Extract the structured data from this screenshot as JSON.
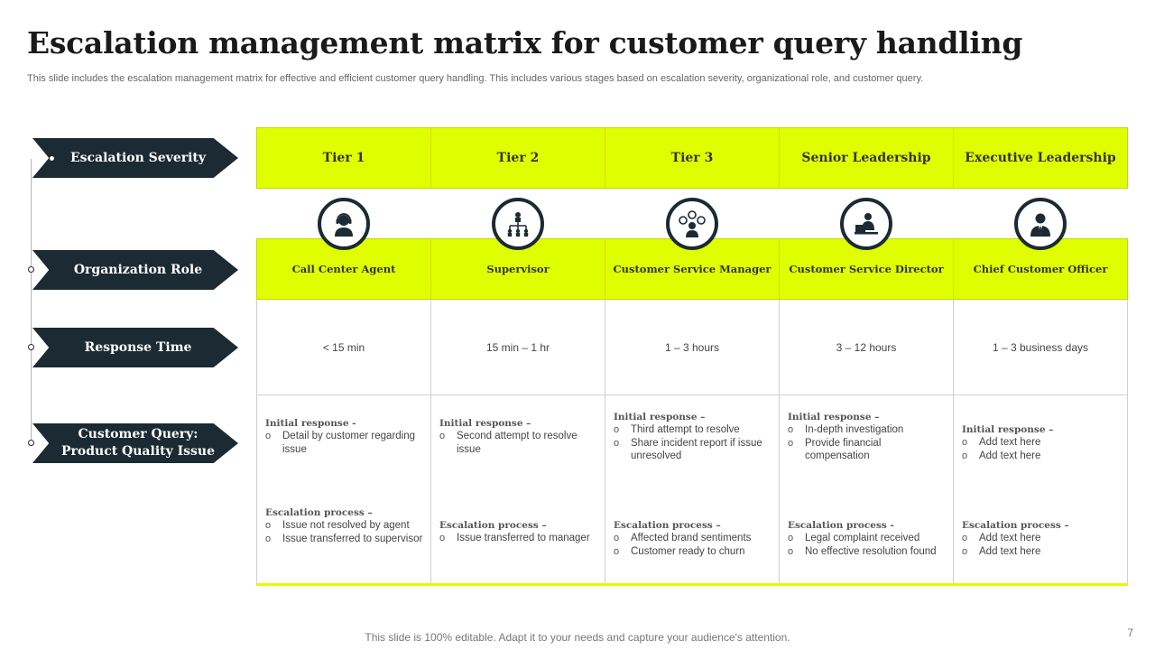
{
  "title": "Escalation management matrix for customer query handling",
  "subtitle": "This slide includes the escalation management matrix for effective and efficient customer query handling. This includes various stages based on escalation severity, organizational role, and customer query.",
  "row_labels": {
    "severity": "Escalation Severity",
    "role": "Organization Role",
    "response": "Response Time",
    "query_line1": "Customer Query:",
    "query_line2": "Product Quality Issue"
  },
  "tiers": [
    "Tier 1",
    "Tier 2",
    "Tier 3",
    "Senior Leadership",
    "Executive Leadership"
  ],
  "icons": [
    "headset-agent-icon",
    "hierarchy-icon",
    "service-team-icon",
    "desk-director-icon",
    "executive-icon"
  ],
  "roles": [
    "Call Center Agent",
    "Supervisor",
    "Customer Service Manager",
    "Customer Service Director",
    "Chief Customer Officer"
  ],
  "response_times": [
    "< 15 min",
    "15 min – 1 hr",
    "1 – 3 hours",
    "3 – 12 hours",
    "1 – 3 business days"
  ],
  "queries": [
    {
      "initial_head": "Initial response -",
      "initial_items": [
        "Detail by customer regarding issue"
      ],
      "escalation_head": "Escalation process –",
      "escalation_items": [
        "Issue not resolved by agent",
        "Issue transferred to supervisor"
      ]
    },
    {
      "initial_head": "Initial response –",
      "initial_items": [
        "Second attempt to resolve issue"
      ],
      "escalation_head": "Escalation process –",
      "escalation_items": [
        "Issue transferred to manager"
      ]
    },
    {
      "initial_head": "Initial response –",
      "initial_items": [
        "Third attempt to resolve",
        "Share incident report if issue unresolved"
      ],
      "escalation_head": "Escalation process –",
      "escalation_items": [
        "Affected brand sentiments",
        "Customer ready to churn"
      ]
    },
    {
      "initial_head": "Initial response –",
      "initial_items": [
        "In-depth investigation",
        "Provide financial compensation"
      ],
      "escalation_head": "Escalation process -",
      "escalation_items": [
        "Legal complaint received",
        "No effective resolution found"
      ]
    },
    {
      "initial_head": "Initial response –",
      "initial_items": [
        "Add text here",
        "Add text here"
      ],
      "escalation_head": "Escalation process –",
      "escalation_items": [
        "Add text here",
        "Add text here"
      ]
    }
  ],
  "footer": "This slide is 100% editable. Adapt it to your needs and capture your audience's attention.",
  "page_number": "7",
  "colors": {
    "accent": "#DFFF00",
    "dark": "#1B2A33"
  }
}
